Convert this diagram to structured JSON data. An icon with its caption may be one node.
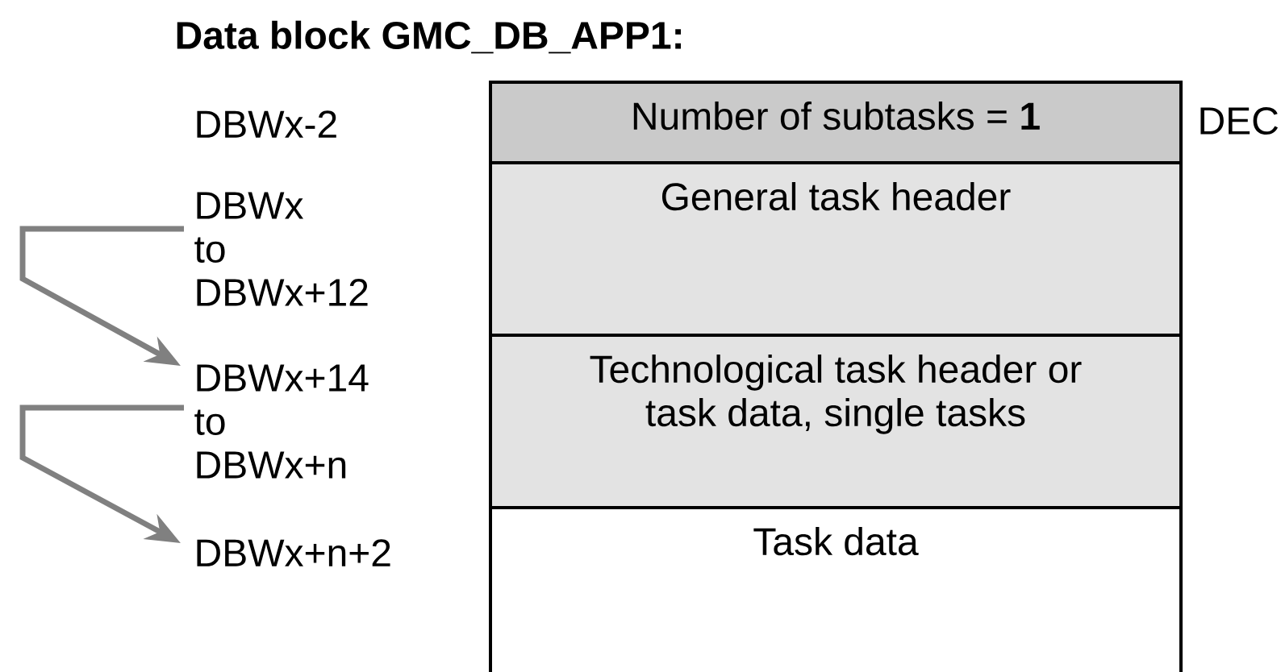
{
  "diagram": {
    "title": "Data block GMC_DB_APP1:",
    "nodes": [
      {
        "text": [
          "Number of subtasks = **1**"
        ],
        "beside": [
          "DEC"
        ]
      },
      {
        "text": [
          "General task header"
        ]
      },
      {
        "text": [
          "Technological task header or task data, single tasks"
        ]
      },
      {
        "text": [
          "Task data"
        ]
      },
      {
        "text": [
          "DBWx to DBWx+12"
        ]
      },
      {
        "text": [
          "DBWx+14 to DBWx+n"
        ]
      },
      {
        "text": [
          "DBWx+n+2"
        ]
      }
    ],
    "edges": [
      {
        "from": 4,
        "to": 5,
        "arrow": "to"
      },
      {
        "from": 5,
        "to": 6,
        "arrow": "to"
      }
    ],
    "labels": [
      "DBWx-2"
    ]
  }
}
